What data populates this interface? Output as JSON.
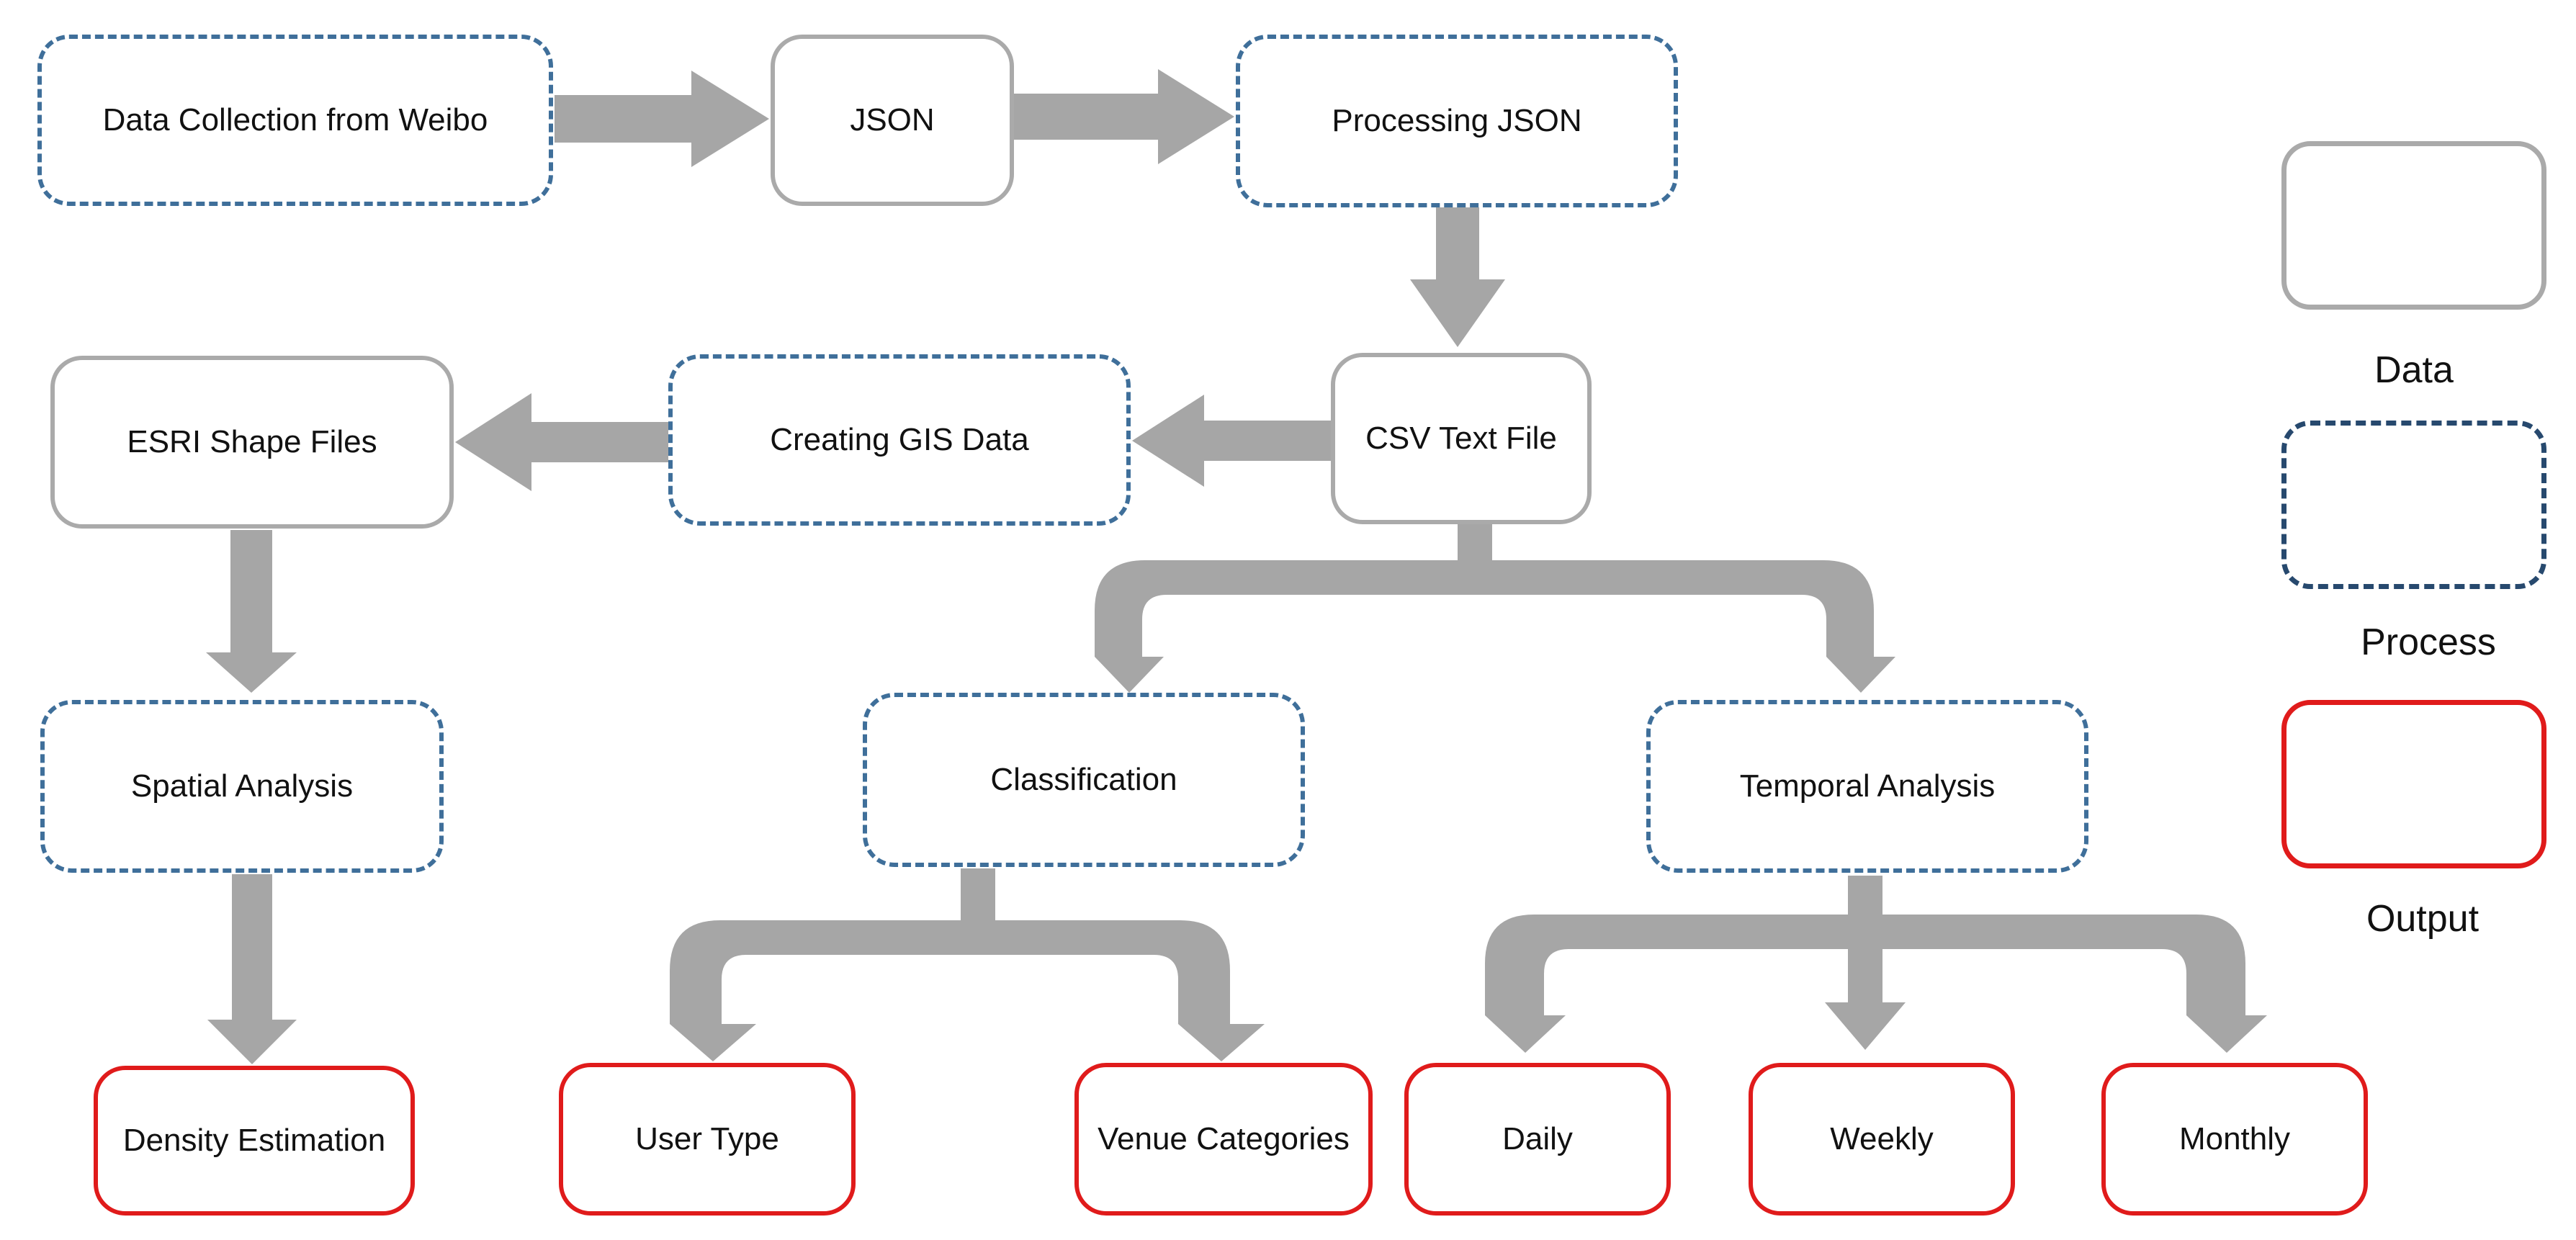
{
  "nodes": {
    "data_collection": "Data Collection from Weibo",
    "json": "JSON",
    "processing_json": "Processing JSON",
    "csv_text_file": "CSV Text File",
    "creating_gis_data": "Creating GIS Data",
    "esri_shape_files": "ESRI Shape Files",
    "spatial_analysis": "Spatial Analysis",
    "classification": "Classification",
    "temporal_analysis": "Temporal Analysis",
    "density_estimation": "Density Estimation",
    "user_type": "User Type",
    "venue_categories": "Venue Categories",
    "daily": "Daily",
    "weekly": "Weekly",
    "monthly": "Monthly"
  },
  "legend": {
    "data": "Data",
    "process": "Process",
    "output": "Output"
  },
  "colors": {
    "data_border": "#aaaaaa",
    "process_border": "#3f6f9a",
    "output_border": "#e01b1b",
    "arrow": "#a6a6a6"
  }
}
